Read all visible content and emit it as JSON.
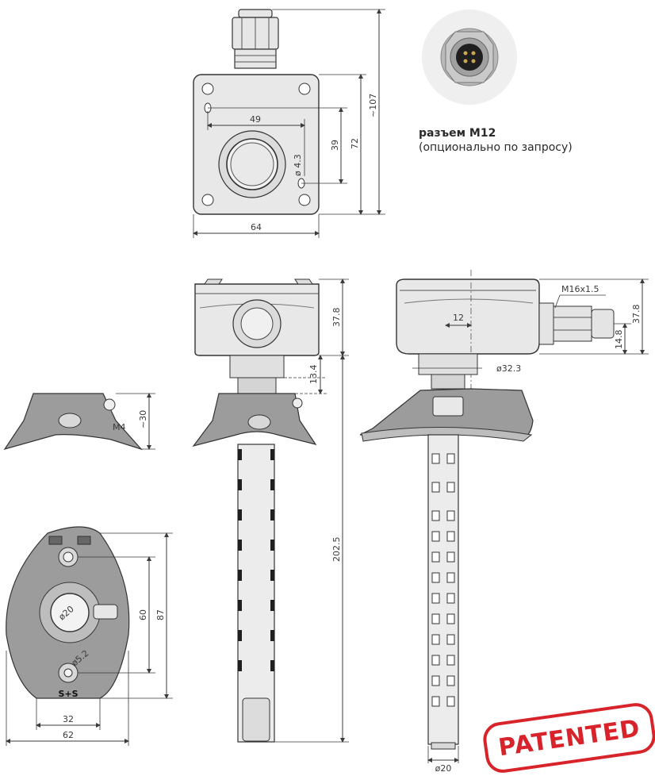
{
  "connector": {
    "title": "разъем М12",
    "subtitle": "(опционально по запросу)"
  },
  "dimensions": {
    "top_total_height": "~107",
    "top_mount_width": "49",
    "top_hole_dia": "ø 4.3",
    "top_inner_39": "39",
    "top_inner_72": "72",
    "top_width_64": "64",
    "front_housing_h": "37.8",
    "front_13_4": "13.4",
    "front_total_len": "202.5",
    "side_m16": "M16x1.5",
    "side_housing_h": "37.8",
    "side_14_8": "14.8",
    "side_12": "12",
    "side_dia_32_3": "ø32.3",
    "side_dia_20": "ø20",
    "flange_m4": "M4",
    "flange_h30": "~30",
    "flange_60": "60",
    "flange_87": "87",
    "flange_hole_dia": "ø20",
    "flange_small_hole": "ø5.2",
    "flange_32": "32",
    "flange_62": "62",
    "flange_logo": "S+S"
  },
  "stamp": {
    "text": "PATENTED"
  },
  "colors": {
    "stamp": "#d8232a",
    "part_fill": "#e4e4e4",
    "dark_fill": "#9a9a9a",
    "line": "#3a3a3a"
  }
}
